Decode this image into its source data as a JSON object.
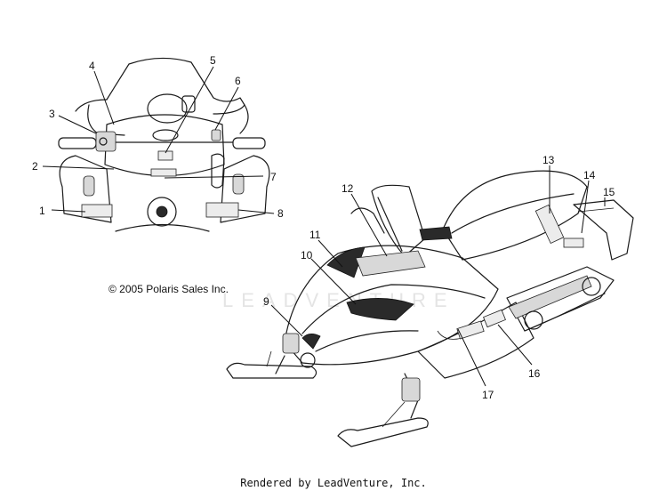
{
  "copyright": "© 2005 Polaris Sales Inc.",
  "watermark": "LEADVENTURE",
  "footer": "Rendered by LeadVenture, Inc.",
  "callouts": [
    "1",
    "2",
    "3",
    "4",
    "5",
    "6",
    "7",
    "8",
    "9",
    "10",
    "11",
    "12",
    "13",
    "14",
    "15",
    "16",
    "17"
  ],
  "colors": {
    "ink": "#1a1a1a",
    "watermark": "#e4e4e4"
  }
}
